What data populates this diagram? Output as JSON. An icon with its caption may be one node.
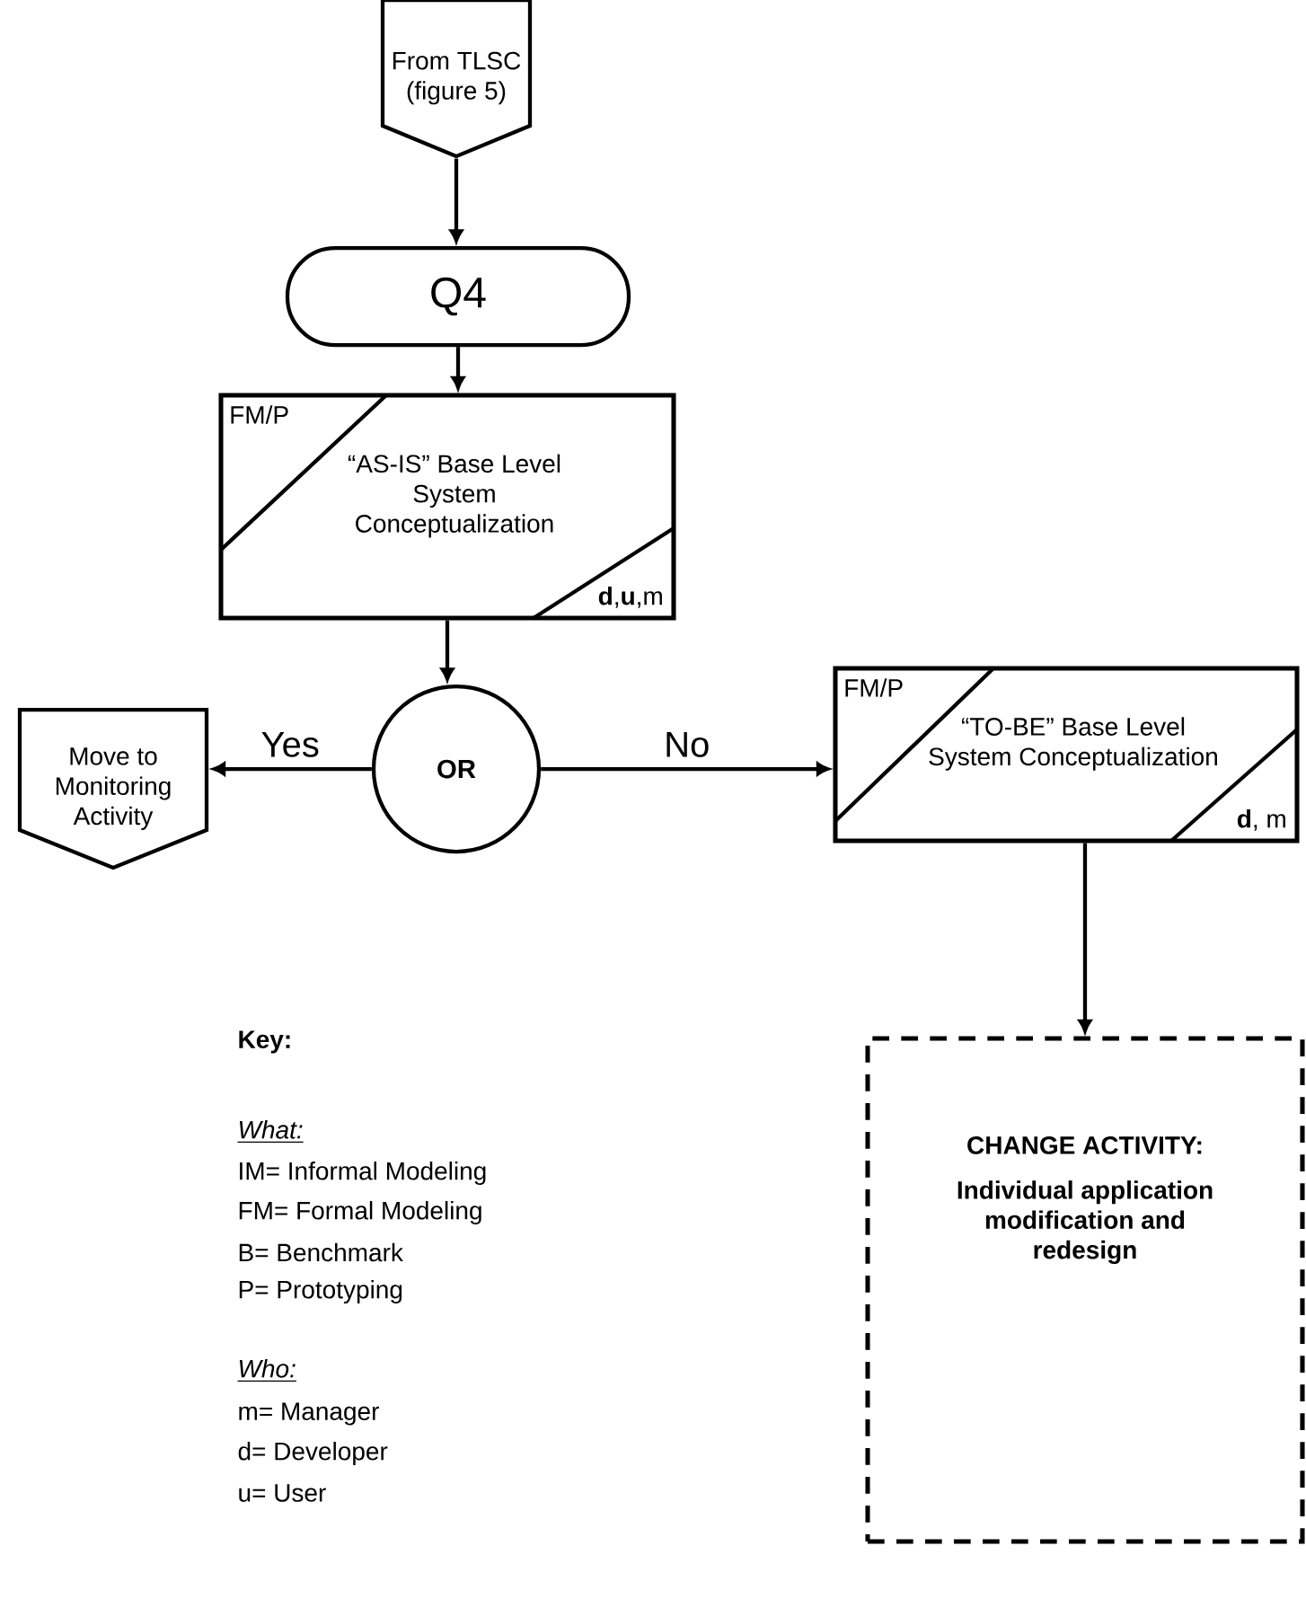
{
  "diagram": {
    "nodes": [
      {
        "text": [
          "From TLSC (figure 5)"
        ]
      },
      {
        "text": [
          "Q4"
        ]
      },
      {
        "text": [
          "FM/P",
          "“AS-IS” Base Level System Conceptualization",
          "**d**,**u**,m"
        ]
      },
      {
        "text": [
          "OR"
        ]
      },
      {
        "text": [
          "Move to Monitoring Activity"
        ]
      },
      {
        "text": [
          "FM/P",
          "“TO-BE” Base Level System Conceptualization",
          "**d**, m"
        ]
      },
      {
        "text": [
          "CHANGE ACTIVITY:",
          "Individual application modification and redesign"
        ]
      }
    ],
    "edges": [
      {
        "from": 0,
        "to": 1,
        "arrow": "to"
      },
      {
        "from": 1,
        "to": 2,
        "arrow": "to"
      },
      {
        "from": 2,
        "to": 3,
        "arrow": "to"
      },
      {
        "from": 3,
        "to": 4,
        "arrow": "to",
        "label": "Yes"
      },
      {
        "from": 3,
        "to": 5,
        "arrow": "to",
        "label": "No"
      },
      {
        "from": 5,
        "to": 6,
        "arrow": "to"
      }
    ],
    "labels": [
      "Key:",
      "What:",
      "IM= Informal Modeling",
      "FM= Formal Modeling",
      "B= Benchmark",
      "P= Prototyping",
      "Who:",
      "m= Manager",
      "d= Developer",
      "u= User"
    ]
  }
}
